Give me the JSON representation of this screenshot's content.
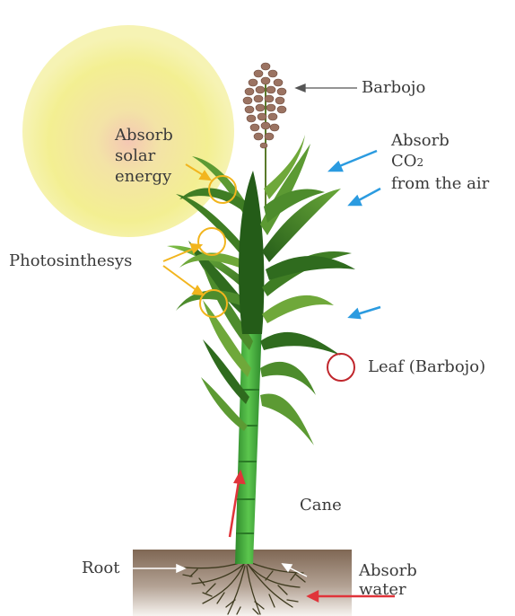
{
  "labels": {
    "barbojo_top": "Barbojo",
    "absorb_solar_1": "Absorb",
    "absorb_solar_2": "solar",
    "absorb_solar_3": "energy",
    "absorb_co2_1": "Absorb",
    "absorb_co2_2": "CO",
    "co2_sub": "2",
    "absorb_co2_3": "from the  air",
    "photosynthesis": "Photosinthesys",
    "leaf": "Leaf (Barbojo)",
    "cane": "Cane",
    "root": "Root",
    "absorb_water_1": "Absorb",
    "absorb_water_2": "water"
  },
  "colors": {
    "sun": "#f2ec8a",
    "leaf_dark": "#2f6b1e",
    "leaf_light": "#6fa83a",
    "stem": "#3fa63a",
    "soil": "#8a6f58",
    "co2_arrow": "#2b9be0",
    "water_arrow": "#e0343a",
    "photo_marker": "#f2b51e",
    "leaf_marker": "#c0272d",
    "pointer_arrow": "#555555"
  }
}
